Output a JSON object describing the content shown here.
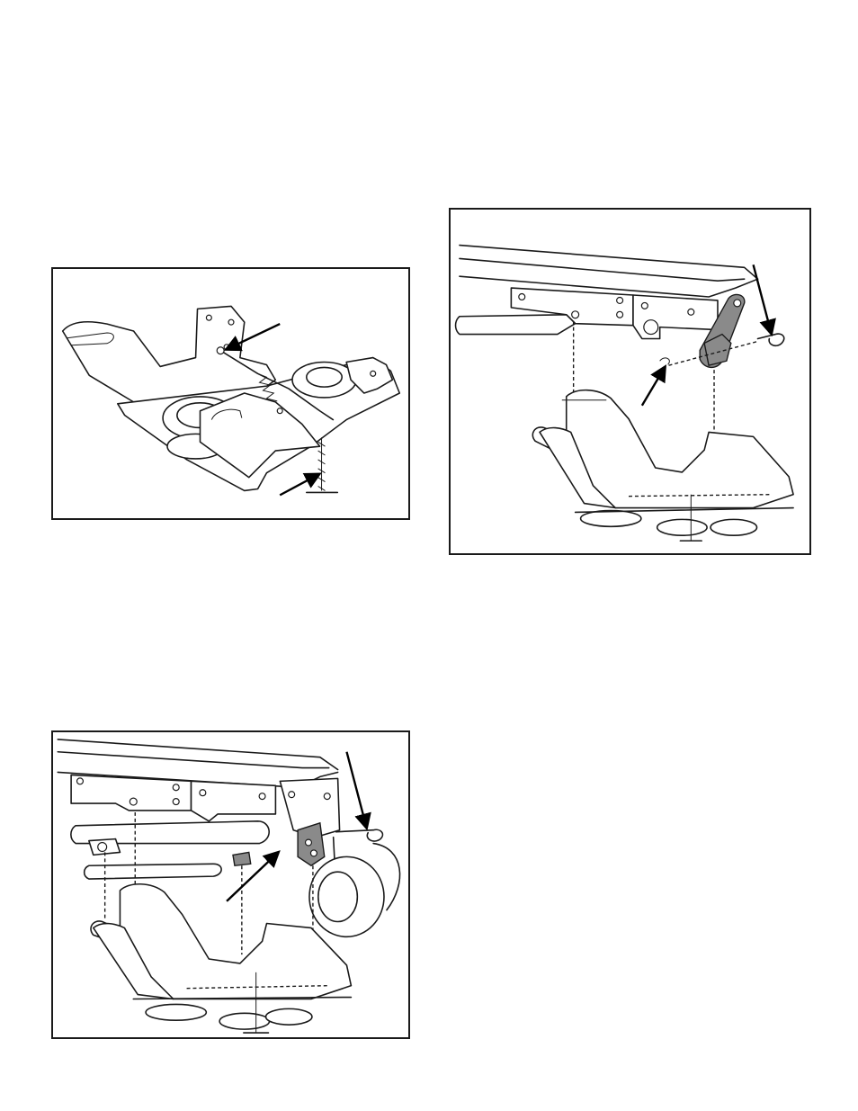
{
  "figures": [
    {
      "id": "fig-a",
      "icon": "deck-chain-illustration"
    },
    {
      "id": "fig-b",
      "icon": "deck-lift-link-illustration"
    },
    {
      "id": "fig-c",
      "icon": "deck-mounting-illustration"
    }
  ]
}
